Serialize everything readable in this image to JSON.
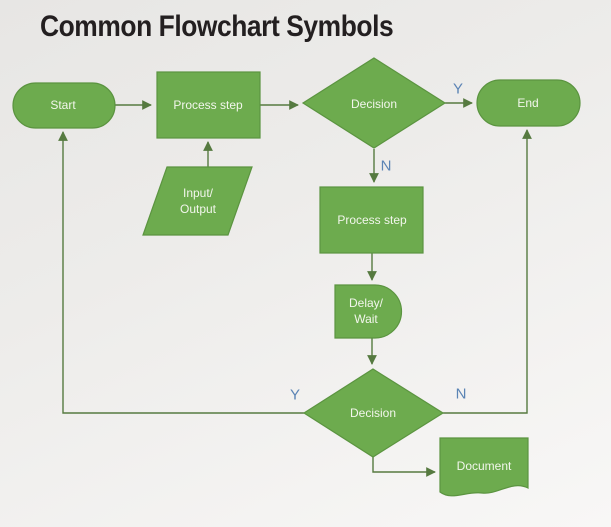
{
  "title": "Common Flowchart Symbols",
  "colors": {
    "shape_fill": "#6dab4e",
    "shape_border": "#5b9440",
    "connector": "#567a40",
    "label_blue": "#5b84b5",
    "title_color": "#231f20",
    "shape_text": "#f2f6ec"
  },
  "nodes": {
    "start": {
      "label": "Start",
      "shape": "terminator"
    },
    "process1": {
      "label": "Process step",
      "shape": "process"
    },
    "decision1": {
      "label": "Decision",
      "shape": "decision"
    },
    "end": {
      "label": "End",
      "shape": "terminator"
    },
    "io": {
      "line1": "Input/",
      "line2": "Output",
      "shape": "input-output"
    },
    "process2": {
      "label": "Process step",
      "shape": "process"
    },
    "delay": {
      "line1": "Delay/",
      "line2": "Wait",
      "shape": "delay"
    },
    "decision2": {
      "label": "Decision",
      "shape": "decision"
    },
    "document": {
      "label": "Document",
      "shape": "document"
    }
  },
  "branch_labels": {
    "decision1_yes": "Y",
    "decision1_no": "N",
    "decision2_yes": "Y",
    "decision2_no": "N"
  },
  "edges": [
    {
      "from": "start",
      "to": "process1"
    },
    {
      "from": "process1",
      "to": "decision1"
    },
    {
      "from": "decision1",
      "to": "end",
      "label": "Y"
    },
    {
      "from": "decision1",
      "to": "process2",
      "label": "N"
    },
    {
      "from": "io",
      "to": "process1"
    },
    {
      "from": "process2",
      "to": "delay"
    },
    {
      "from": "delay",
      "to": "decision2"
    },
    {
      "from": "decision2",
      "to": "start",
      "label": "Y"
    },
    {
      "from": "decision2",
      "to": "end",
      "label": "N"
    },
    {
      "from": "decision2",
      "to": "document"
    }
  ]
}
